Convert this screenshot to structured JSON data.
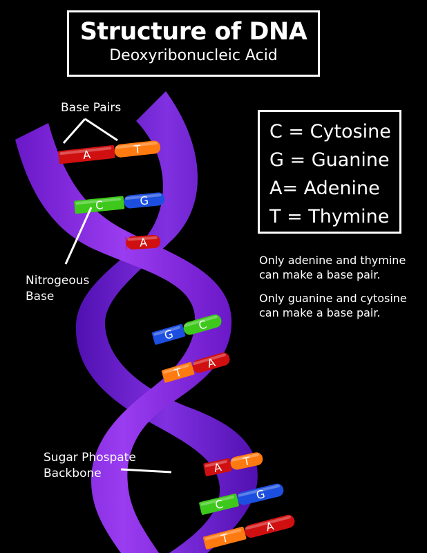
{
  "title": "Structure of DNA",
  "subtitle": "Deoxyribonucleic Acid",
  "key": [
    "C = Cytosine",
    "G = Guanine",
    "A= Adenine",
    "T = Thymine"
  ],
  "notes": {
    "at_line1": "Only adenine and thymine",
    "at_line2": "can make a base pair.",
    "gc_line1": "Only guanine and cytosine",
    "gc_line2": "can make a base pair."
  },
  "labels": {
    "base_pairs": "Base Pairs",
    "nitrogenous_line1": "Nitrogeous",
    "nitrogenous_line2": "Base",
    "backbone_line1": "Sugar  Phospate",
    "backbone_line2": "Backbone"
  },
  "base_pairs": [
    {
      "left": "A",
      "right": "T"
    },
    {
      "left": "C",
      "right": "G"
    },
    {
      "left": "",
      "right": "A"
    },
    {
      "left": "G",
      "right": "C"
    },
    {
      "left": "T",
      "right": "A"
    },
    {
      "left": "A",
      "right": "T"
    },
    {
      "left": "C",
      "right": "G"
    },
    {
      "left": "T",
      "right": "A"
    }
  ],
  "colors": {
    "background": "#000000",
    "backbone": "#8a2be2",
    "backbone_dark": "#5a12b0",
    "adenine": "#d01010",
    "thymine": "#ff7a10",
    "guanine": "#1c4fe0",
    "cytosine": "#3ec81c"
  }
}
